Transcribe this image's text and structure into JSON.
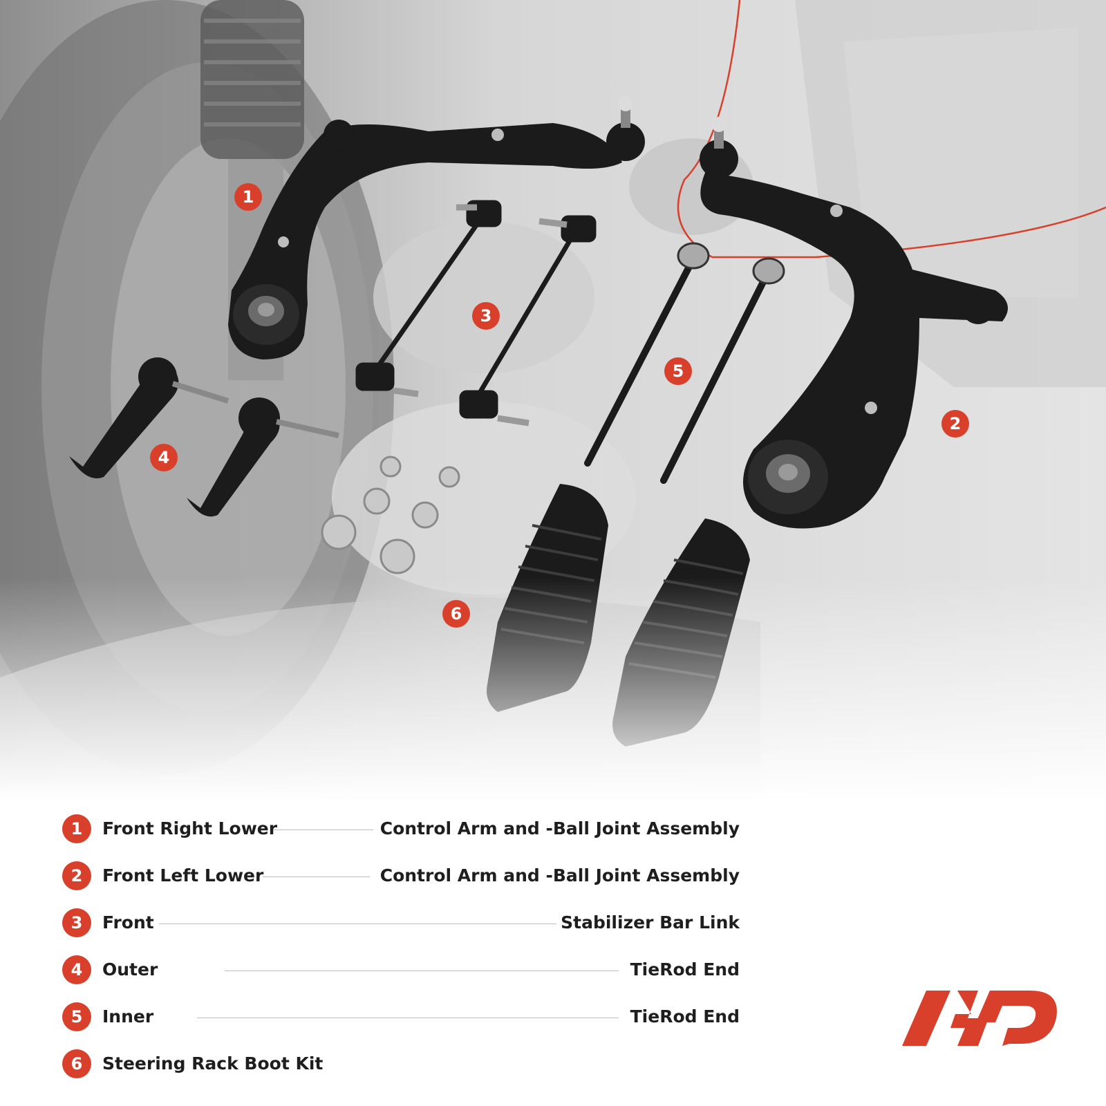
{
  "colors": {
    "accent": "#d8402b",
    "text": "#1e1e1e",
    "part": "#1b1b1b"
  },
  "markers": [
    "1",
    "2",
    "3",
    "4",
    "5",
    "6"
  ],
  "legend": [
    {
      "num": "1",
      "left": "Front Right Lower",
      "right": "Control Arm and -Ball Joint Assembly"
    },
    {
      "num": "2",
      "left": "Front Left Lower",
      "right": "Control Arm and -Ball Joint Assembly"
    },
    {
      "num": "3",
      "left": "Front",
      "right": "Stabilizer Bar Link"
    },
    {
      "num": "4",
      "left": "Outer",
      "right": "TieRod End"
    },
    {
      "num": "5",
      "left": "Inner",
      "right": "TieRod End"
    },
    {
      "num": "6",
      "left": "Steering Rack Boot Kit",
      "right": ""
    }
  ],
  "logo": {
    "name": "brand-logo-icon"
  }
}
